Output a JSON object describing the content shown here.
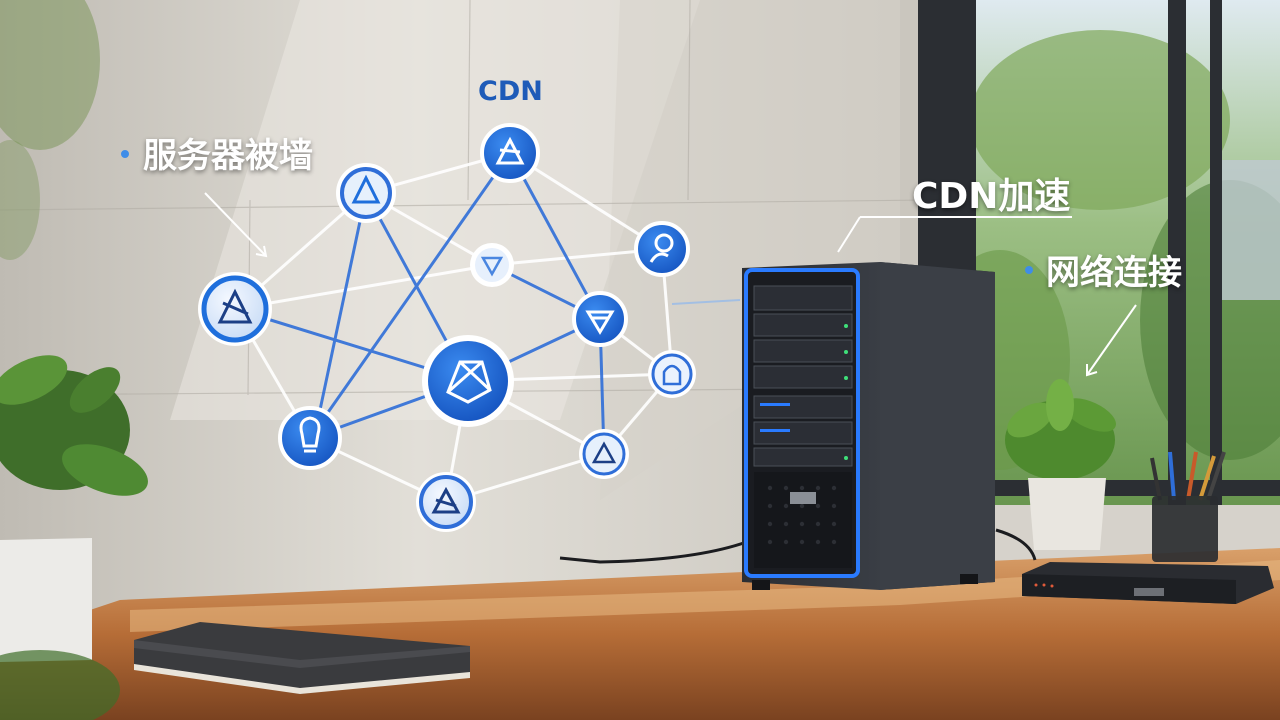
{
  "labels": {
    "blocked": "服务器被墙",
    "cdn": "CDN",
    "cdn_accel": "CDN加速",
    "network": "网络连接"
  },
  "colors": {
    "node_blue": "#1f6fdc",
    "node_light": "#dbe9fb",
    "link_white": "#ffffff",
    "link_blue": "#2f6ed8",
    "server_glow": "#2a7bff",
    "wall": "#cfcbc4",
    "desk": "#b9733e"
  },
  "icons": [
    "network-node-icon",
    "lightbulb-icon",
    "user-icon",
    "person-bust-icon"
  ]
}
